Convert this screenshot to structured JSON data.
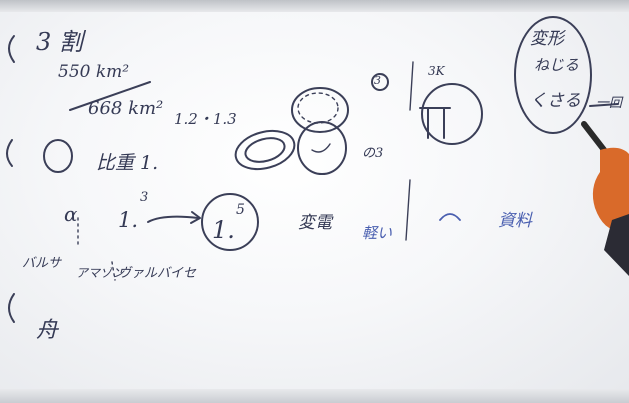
{
  "scene": {
    "description_tags": [
      "whiteboard",
      "handwritten-notes",
      "presenter-hand",
      "marker"
    ],
    "colors": {
      "board": "#f4f5f7",
      "ink": "#3b3f58",
      "blue_ink": "#4a5fb0",
      "skin": "#d96a2a",
      "marker": "#2a2a2a"
    }
  },
  "notes": {
    "item3_marker": "3",
    "item3_heading": "3 割",
    "area_1": "550 km²",
    "area_2": "668 km²",
    "area_ratio": "1.2・1.3",
    "item_compare": "比重 1.",
    "item_a": "α",
    "formula_base": "1.",
    "formula_exp": "3",
    "circled_value": "1.",
    "circled_exp": "5",
    "note_left_1": "バルサ",
    "note_left_2": "アマゾン",
    "note_left_3": "ヴァルバイセ",
    "bottom_item": "舟",
    "label_mid": "変電",
    "label_blue": "軽い",
    "label_right": "資料",
    "top_right_note_1": "変形",
    "top_right_note_2": "ねじる",
    "top_right_note_3": "くさる",
    "dash_text": "一回",
    "circled_3": "③",
    "label_3k": "3K",
    "small_note": "の3"
  }
}
